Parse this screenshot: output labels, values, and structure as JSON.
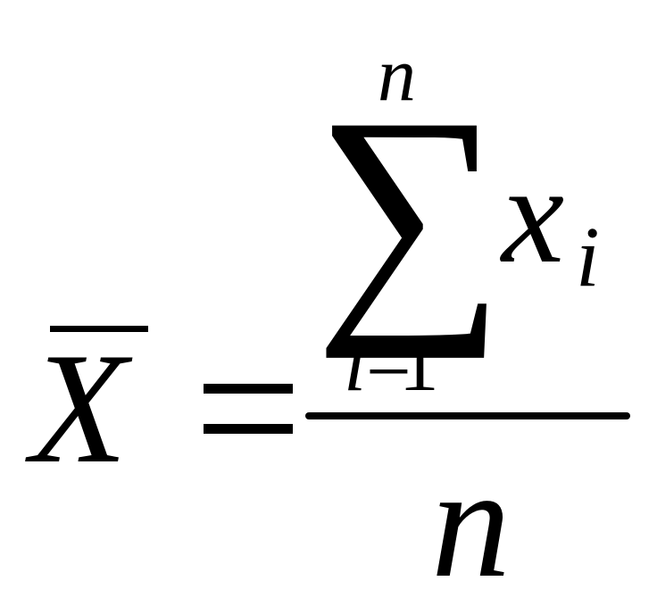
{
  "formula": {
    "lhs": {
      "variable": "X",
      "accent": "overbar"
    },
    "relation": "=",
    "numerator": {
      "operator": "∑",
      "upper_limit": "n",
      "lower_limit_var": "i",
      "lower_limit_eq": "=",
      "lower_limit_value": "1",
      "term": "x",
      "term_subscript": "i"
    },
    "denominator": "n"
  }
}
